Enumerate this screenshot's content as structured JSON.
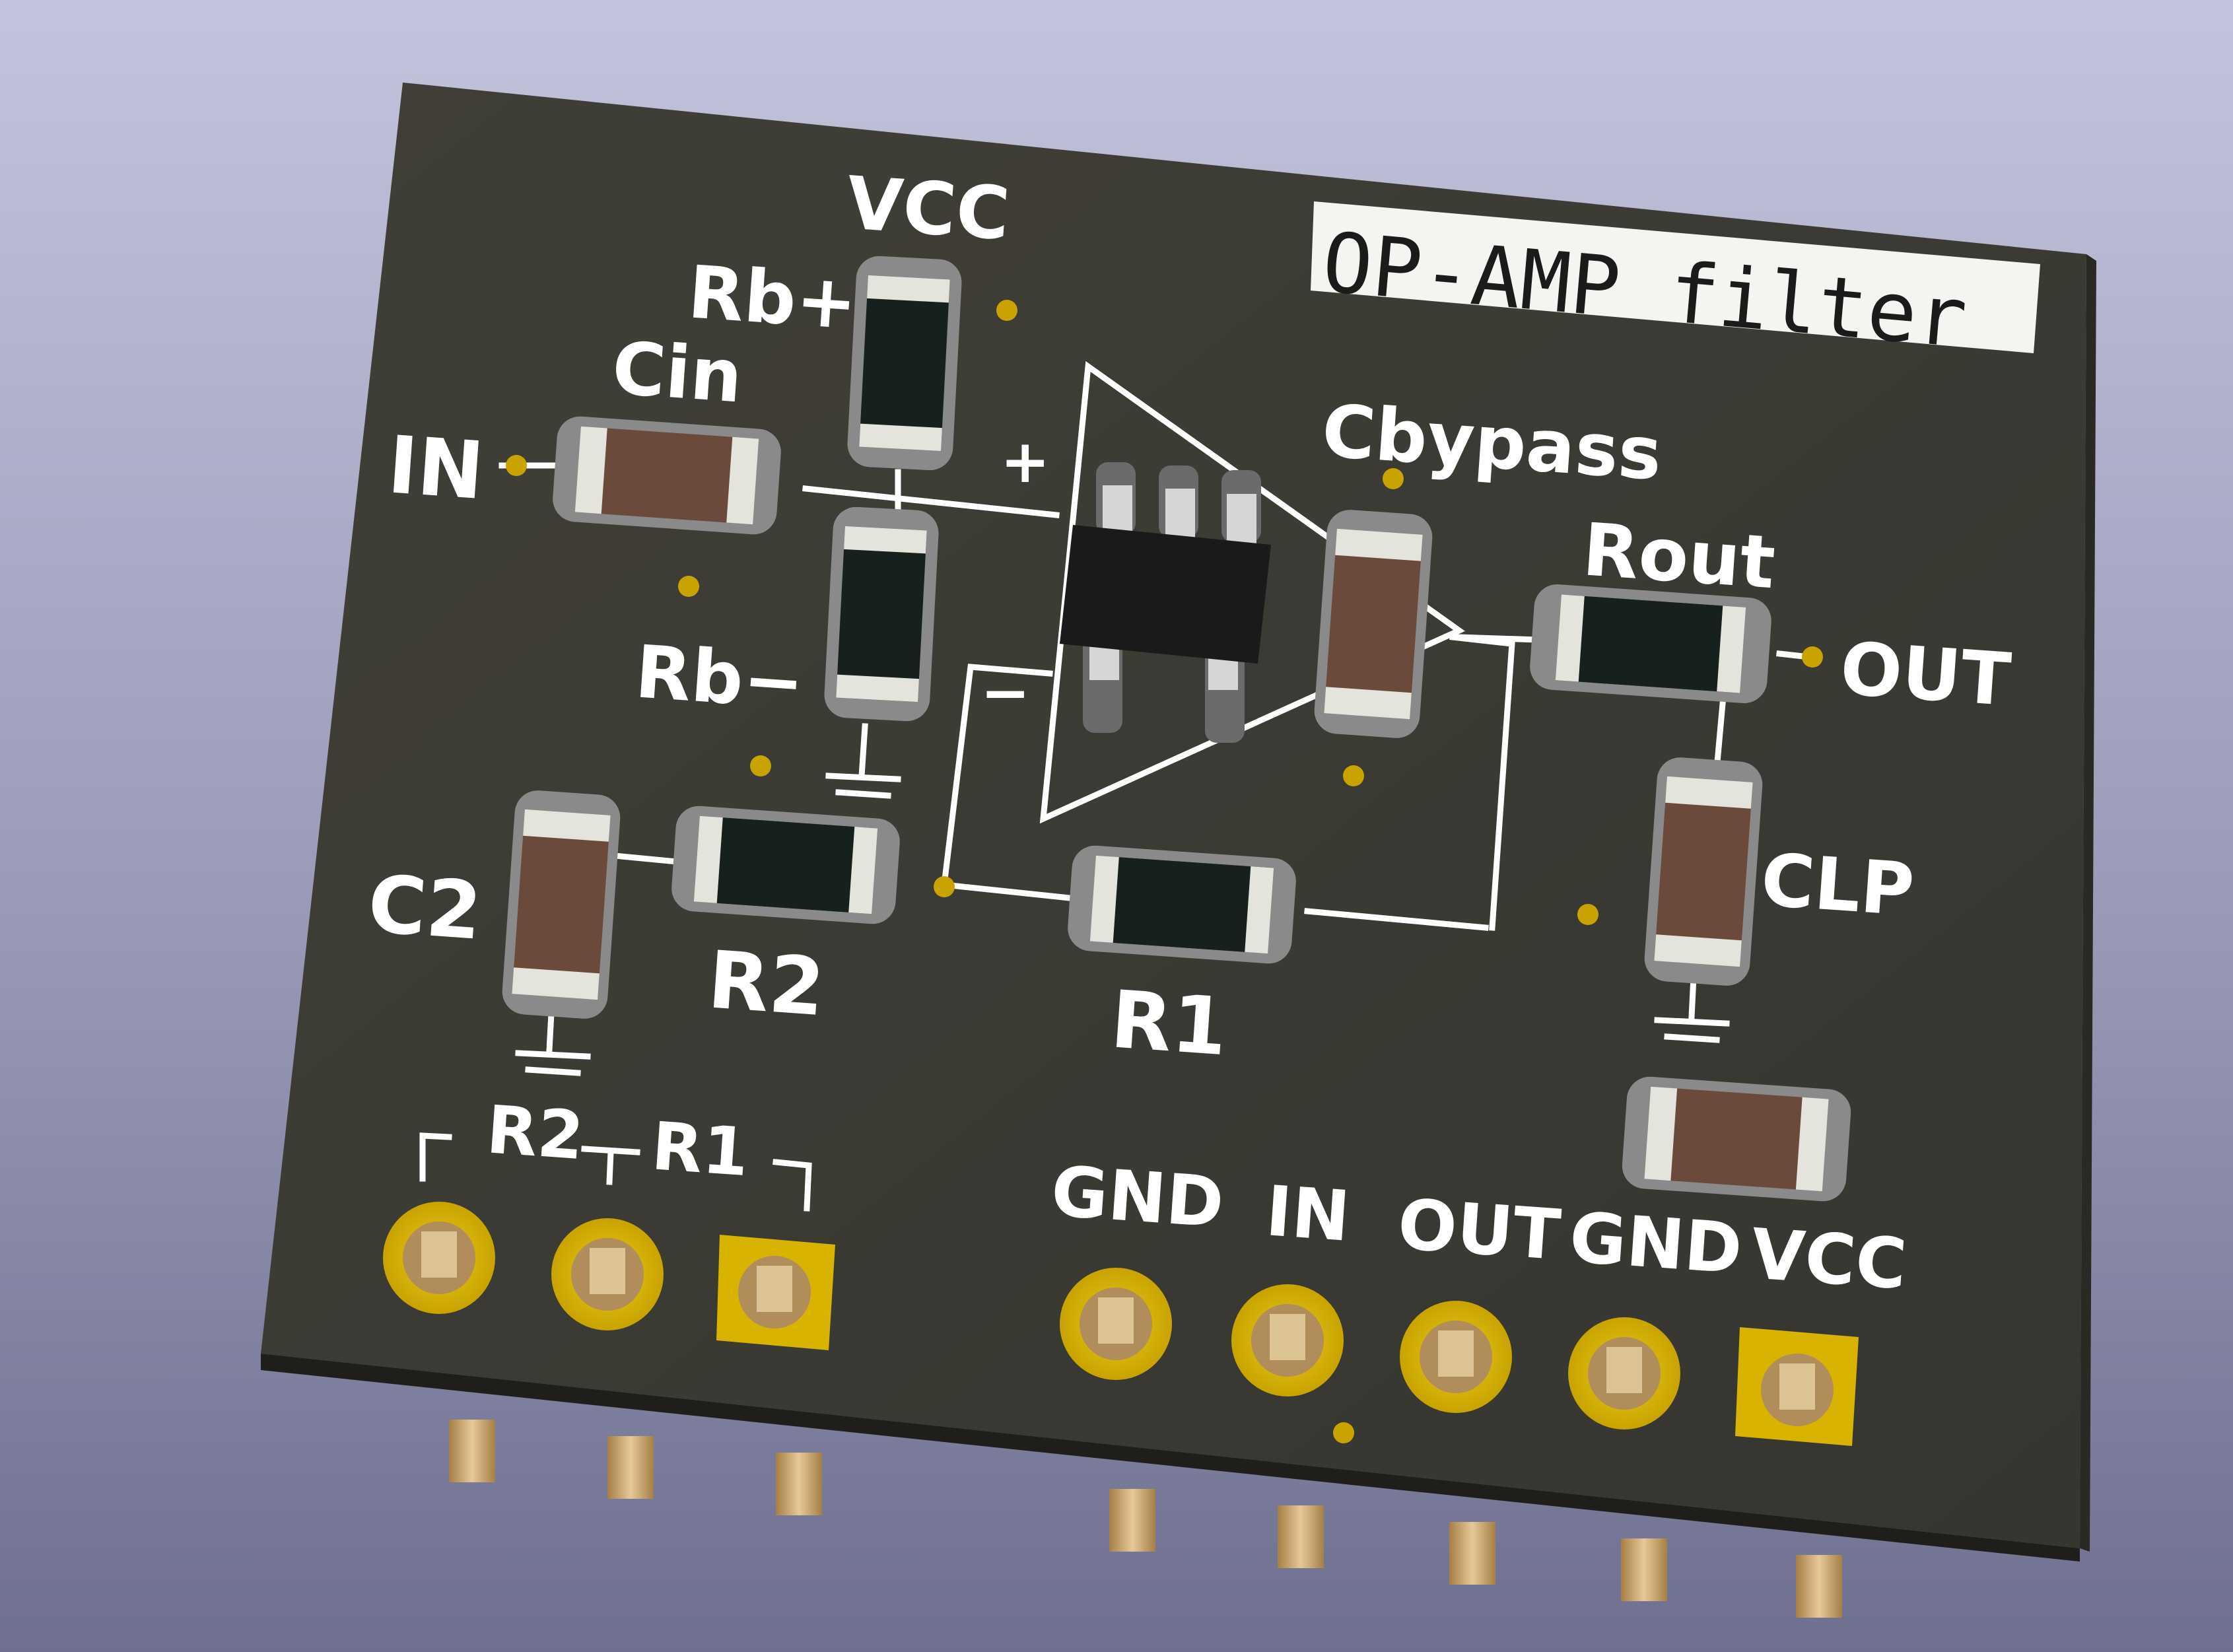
{
  "board": {
    "title": "OP-AMP filter",
    "colors": {
      "background_top": "#c3c3dc",
      "background_bottom": "#6f7090",
      "pcb": "#3b3a33",
      "silkscreen": "#ffffff",
      "pad_gold": "#d8b400",
      "pin_brass": "#c9a062",
      "resistor_body": "#16201c",
      "capacitor_body": "#6b4a3c"
    }
  },
  "labels": {
    "vcc": "VCC",
    "rb_plus": "Rb+",
    "cin": "Cin",
    "in": "IN",
    "plus": "+",
    "minus": "−",
    "rb_minus": "Rb−",
    "cbypass": "Cbypass",
    "rout": "Rout",
    "out": "OUT",
    "clp": "CLP",
    "c2": "C2",
    "r2": "R2",
    "r1": "R1"
  },
  "header_left": {
    "labels": [
      "R2",
      "R1"
    ]
  },
  "header_right": {
    "labels": [
      "GND",
      "IN",
      "OUT",
      "GND",
      "VCC"
    ]
  }
}
